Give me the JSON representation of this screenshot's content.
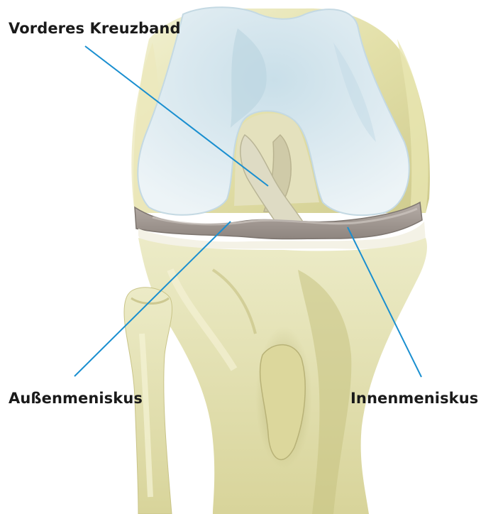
{
  "labels": {
    "anterior_cruciate_ligament": "Vorderes Kreuzband",
    "lateral_meniscus": "Außenmeniskus",
    "medial_meniscus": "Innenmeniskus"
  },
  "colors": {
    "leader_line": "#1a8fd0",
    "cartilage": "#dbe9f0",
    "bone": "#e6e4b0",
    "meniscus": "#a39a94",
    "ligament": "#d9d6bc"
  }
}
